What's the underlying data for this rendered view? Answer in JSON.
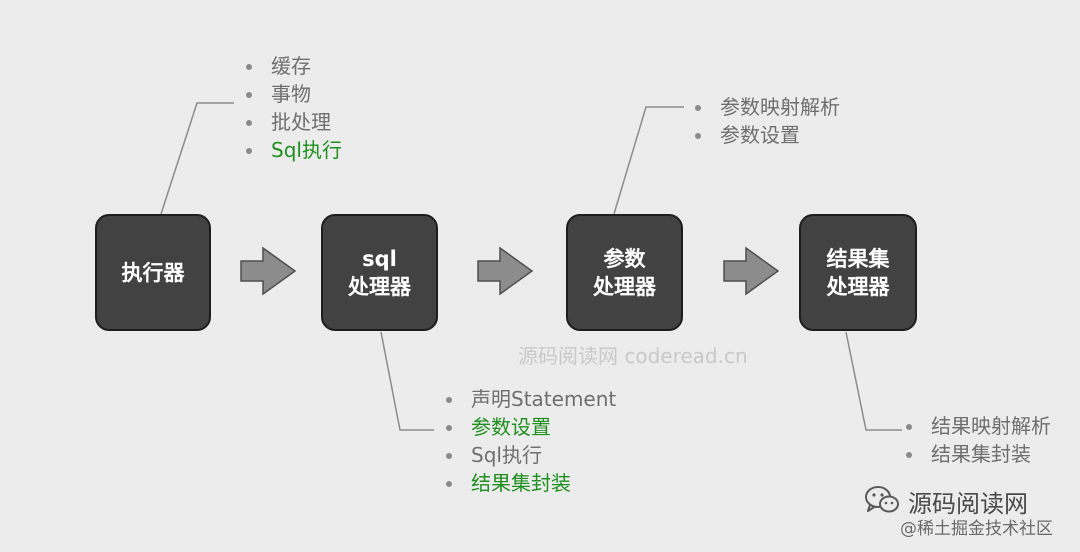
{
  "nodes": {
    "executor": [
      "执行器"
    ],
    "sql_handler": [
      "sql",
      "处理器"
    ],
    "param_handler": [
      "参数",
      "处理器"
    ],
    "result_handler": [
      "结果集",
      "处理器"
    ]
  },
  "notes": {
    "executor": [
      {
        "text": "缓存",
        "highlight": false
      },
      {
        "text": "事物",
        "highlight": false
      },
      {
        "text": "批处理",
        "highlight": false
      },
      {
        "text": "Sql执行",
        "highlight": true
      }
    ],
    "sql_handler": [
      {
        "text": "声明Statement",
        "highlight": false
      },
      {
        "text": "参数设置",
        "highlight": true
      },
      {
        "text": "Sql执行",
        "highlight": false
      },
      {
        "text": "结果集封装",
        "highlight": true
      }
    ],
    "param_handler": [
      {
        "text": "参数映射解析",
        "highlight": false
      },
      {
        "text": "参数设置",
        "highlight": false
      }
    ],
    "result_handler": [
      {
        "text": "结果映射解析",
        "highlight": false
      },
      {
        "text": "结果集封装",
        "highlight": false
      }
    ]
  },
  "watermark": "源码阅读网 coderead.cn",
  "brand": {
    "name": "源码阅读网",
    "sub": "@稀土掘金技术社区",
    "icon": "wechat-icon"
  },
  "colors": {
    "background": "#ececec",
    "box": "#424242",
    "highlight": "#1f8f1f",
    "note_text": "#6f6f6f"
  }
}
